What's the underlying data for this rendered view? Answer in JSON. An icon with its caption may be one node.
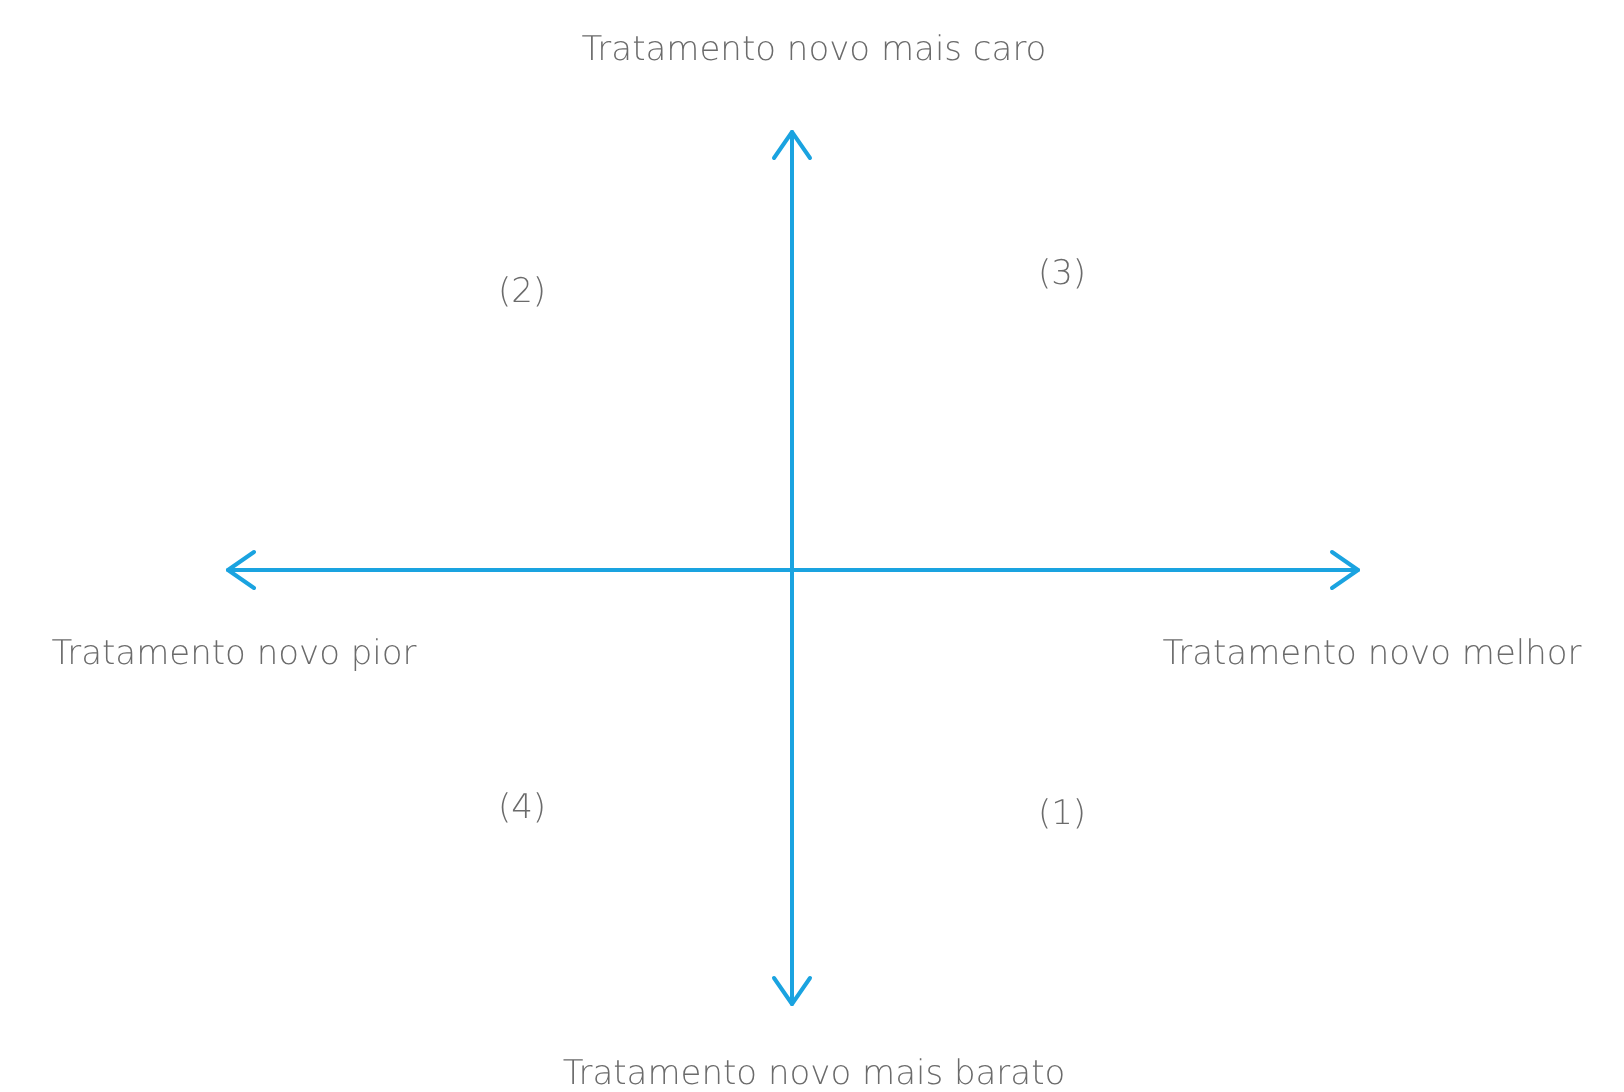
{
  "diagram": {
    "labels": [
      "Tratamento novo mais caro",
      "(2)",
      "(3)",
      "Tratamento novo pior",
      "Tratamento novo melhor",
      "(4)",
      "(1)",
      "Tratamento novo mais barato"
    ]
  }
}
